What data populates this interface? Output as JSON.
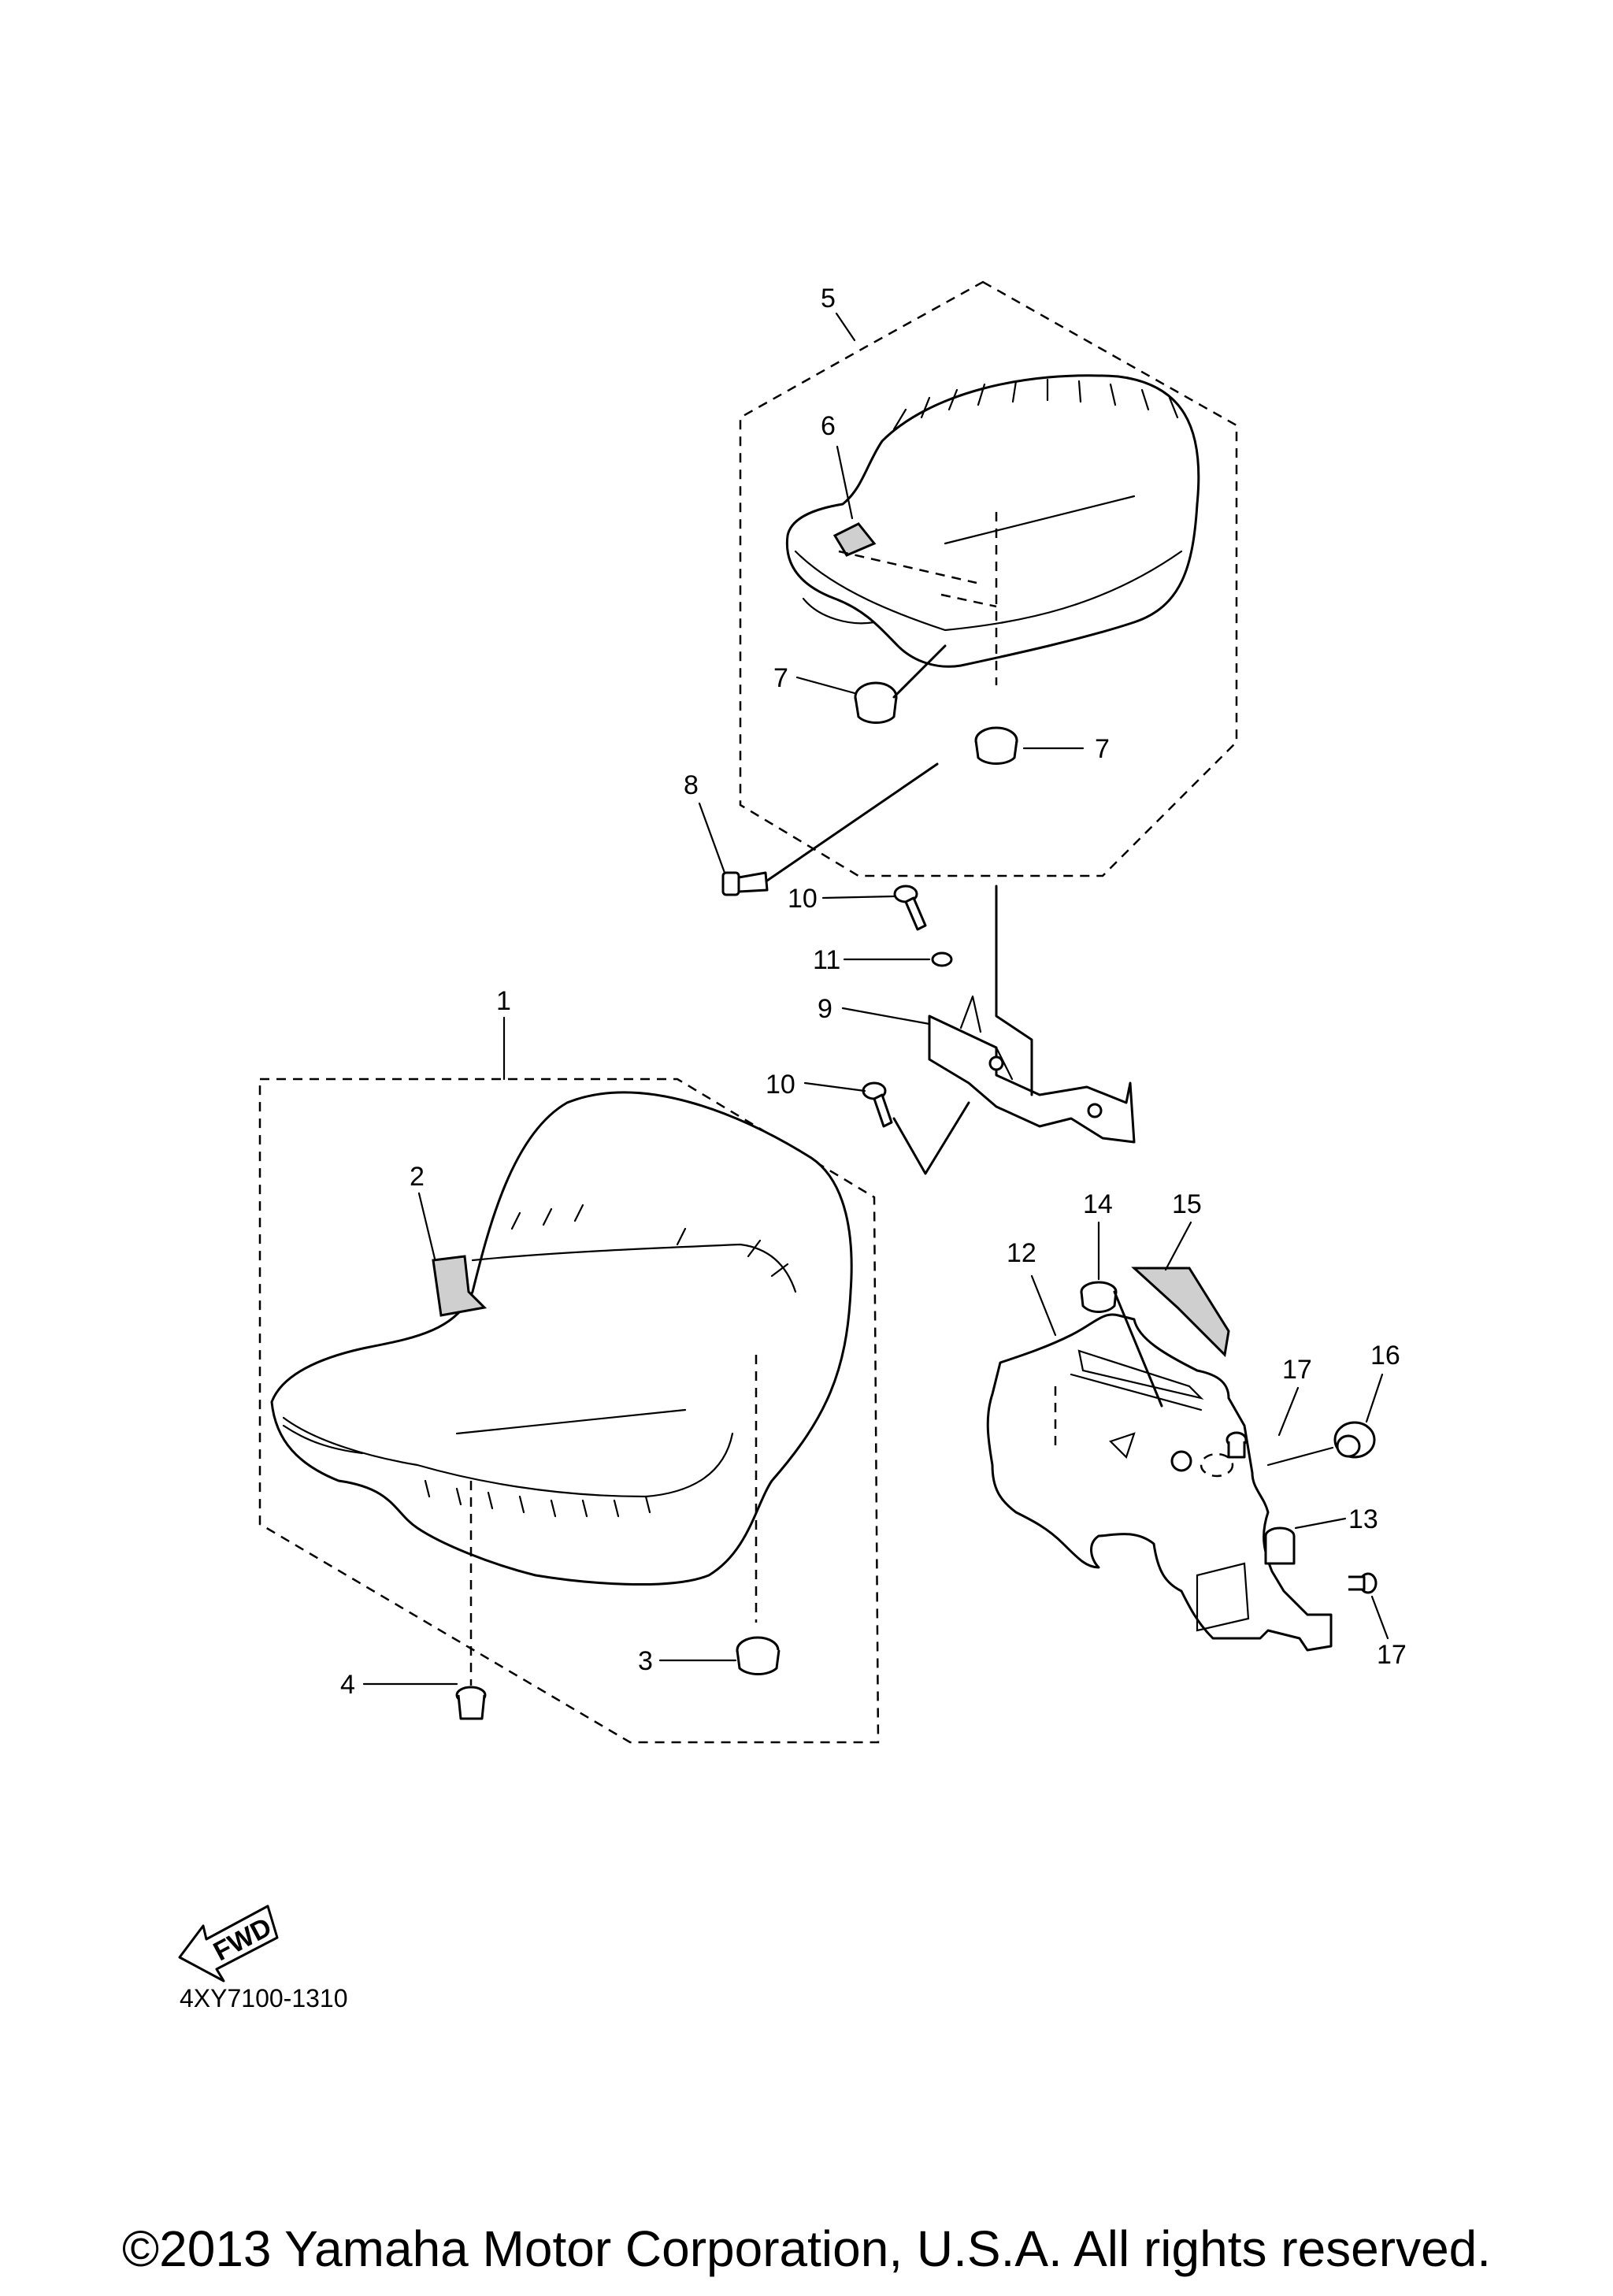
{
  "diagram": {
    "callouts": [
      "1",
      "2",
      "3",
      "4",
      "5",
      "6",
      "7",
      "7",
      "8",
      "9",
      "10",
      "10",
      "11",
      "12",
      "13",
      "14",
      "15",
      "16",
      "17",
      "17"
    ],
    "fwd_label": "FWD",
    "part_code": "4XY7100-1310",
    "copyright": "©2013 Yamaha Motor Corporation, U.S.A. All rights reserved."
  }
}
